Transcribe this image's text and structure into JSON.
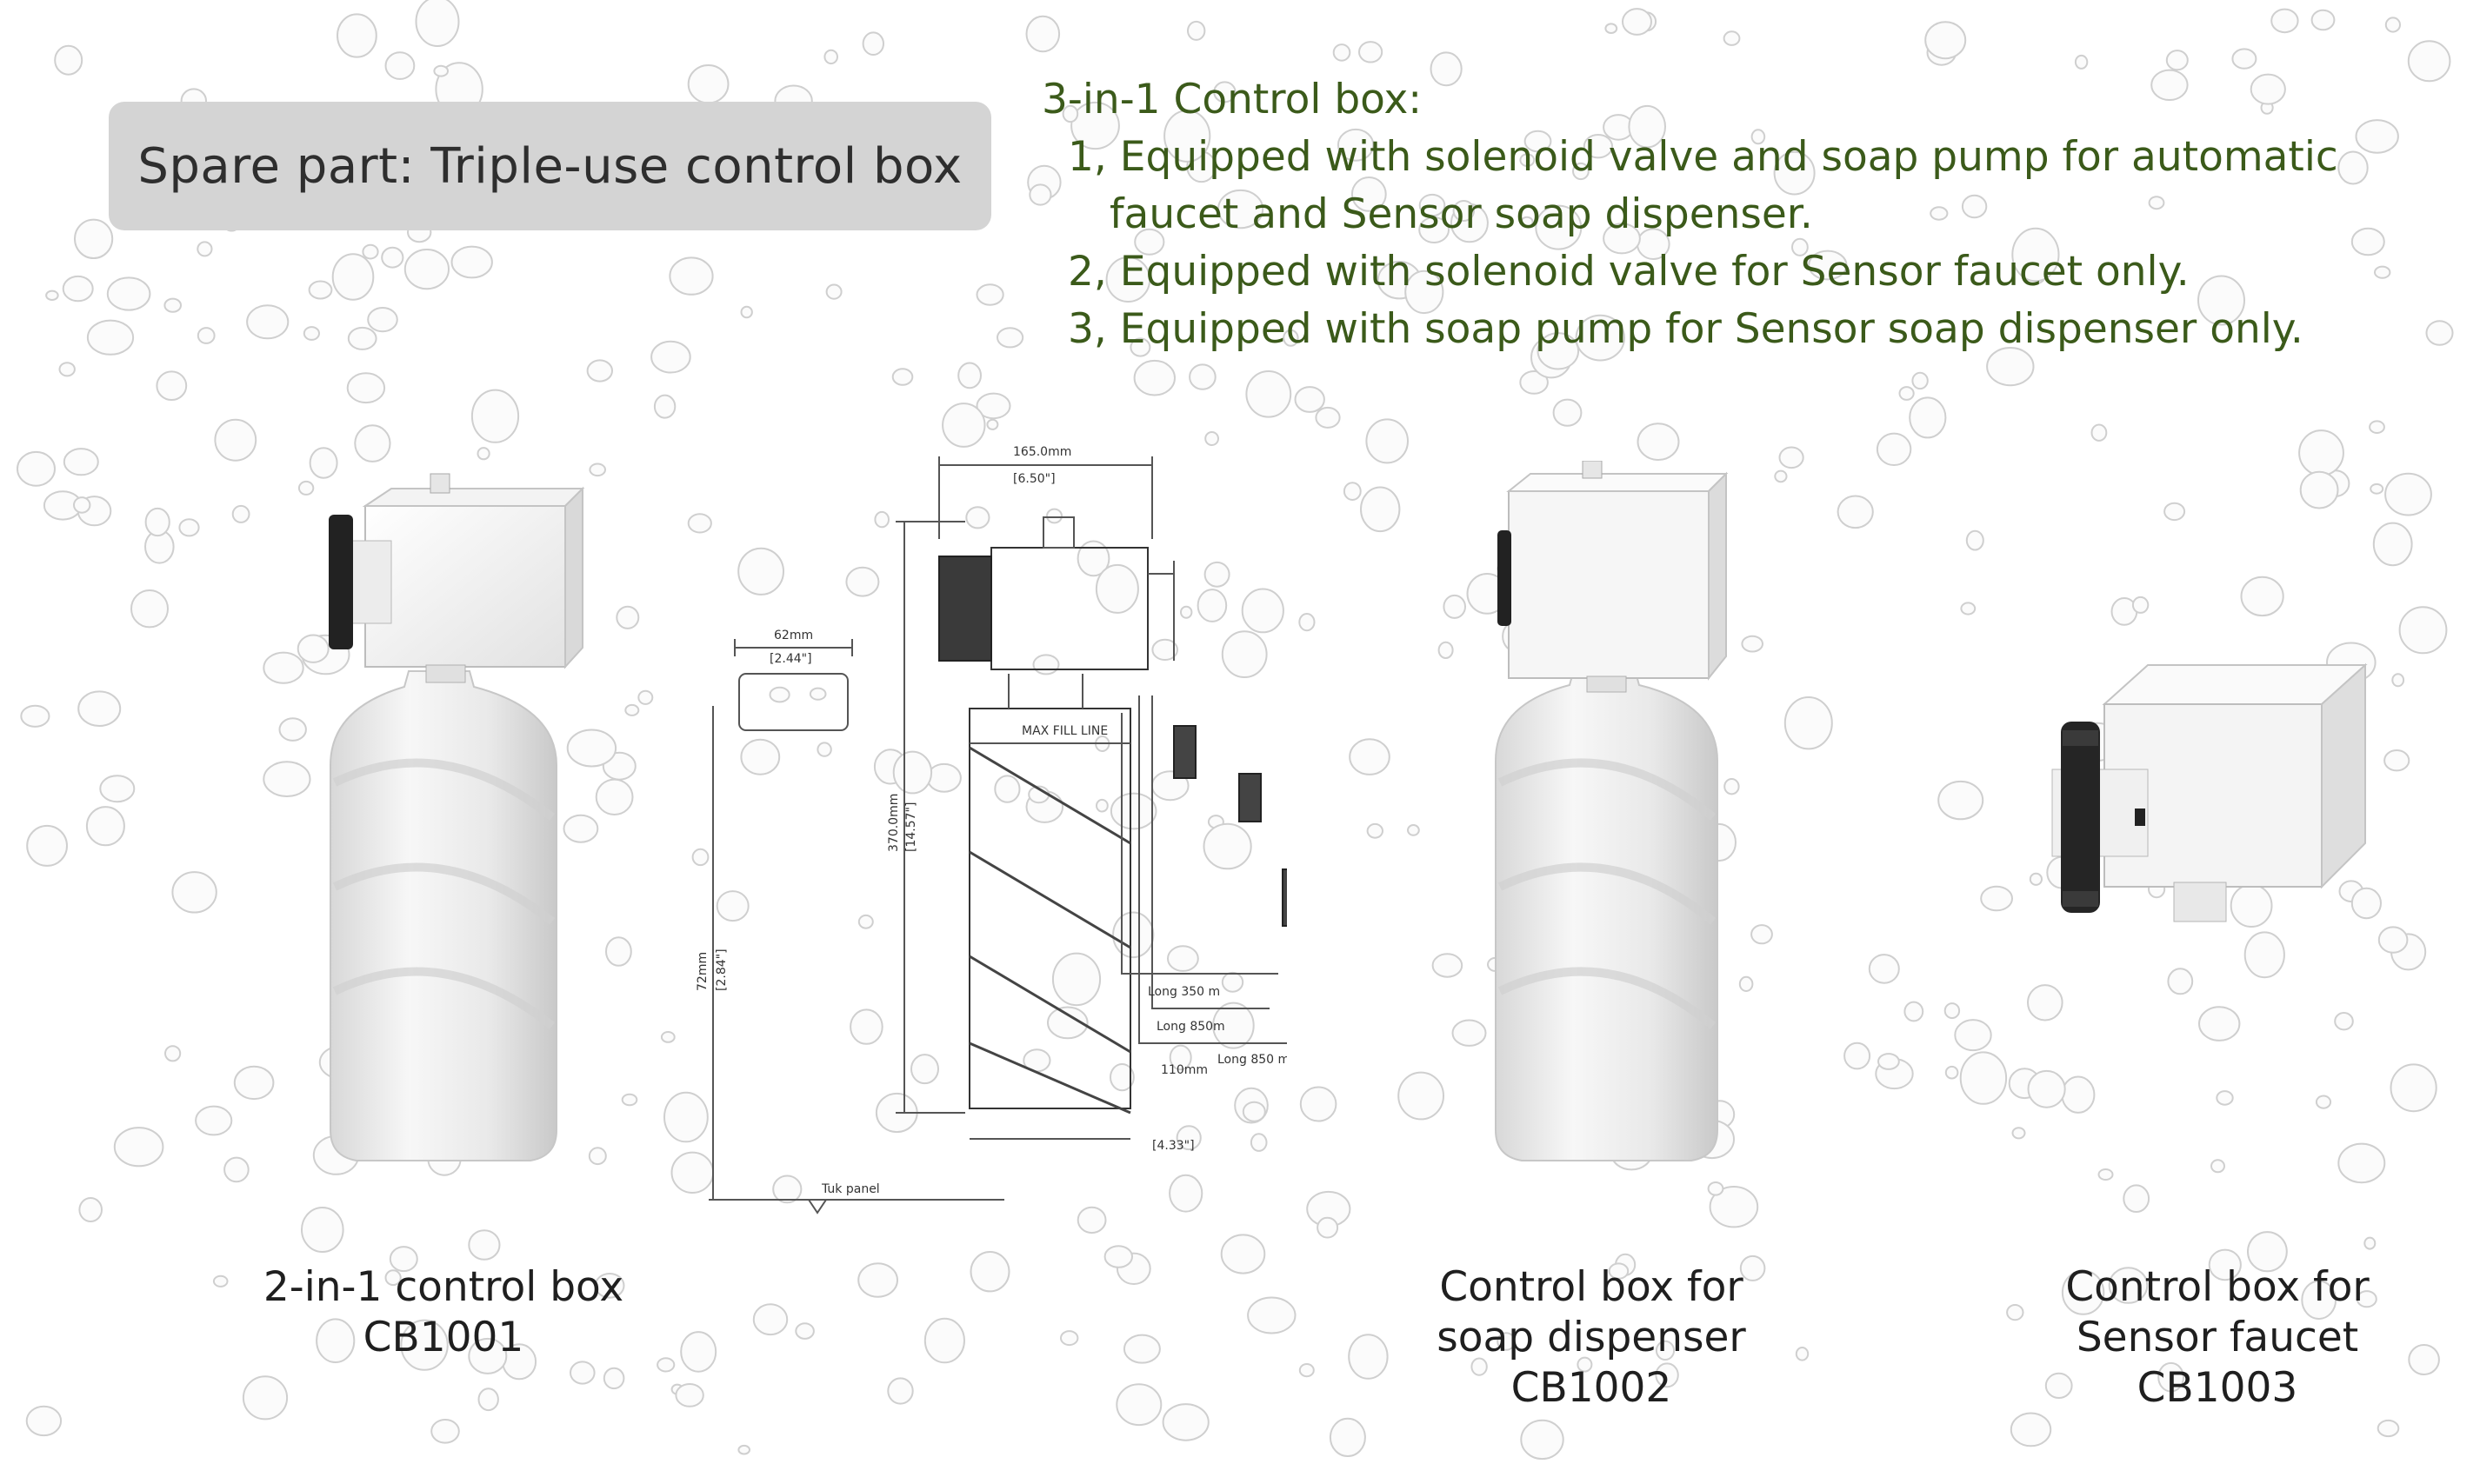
{
  "title": "Spare part: Triple-use control box",
  "spec": {
    "heading": "3-in-1 Control box:",
    "items": [
      {
        "num": "1,",
        "text": "Equipped with solenoid valve and soap pump for automatic",
        "cont": "faucet and Sensor soap dispenser."
      },
      {
        "num": "2,",
        "text": "Equipped with solenoid valve for Sensor faucet only."
      },
      {
        "num": "3,",
        "text": "Equipped with soap pump for Sensor soap dispenser only."
      }
    ]
  },
  "products": [
    {
      "name_line1": "2-in-1 control box",
      "name_line2": "",
      "code": "CB1001"
    },
    {
      "name_line1": "Control box for",
      "name_line2": "soap dispenser",
      "code": "CB1002"
    },
    {
      "name_line1": "Control box for",
      "name_line2": "Sensor faucet",
      "code": "CB1003"
    }
  ],
  "drawing": {
    "top_width": "165.0mm",
    "top_width_in": "[6.50\"]",
    "box_width": "62mm",
    "box_width_in": "[2.44\"]",
    "height": "370.0mm",
    "height_in": "[14.57\"]",
    "bracket_height": "72mm",
    "bracket_height_in": "[2.84\"]",
    "bottle_width": "110mm",
    "bottle_width_in": "[4.33\"]",
    "fill_line": "MAX FILL LINE",
    "cable1": "Long 350 m",
    "cable2": "Long 850m",
    "cable3": "Long 850 m",
    "floor": "Tuk panel"
  }
}
